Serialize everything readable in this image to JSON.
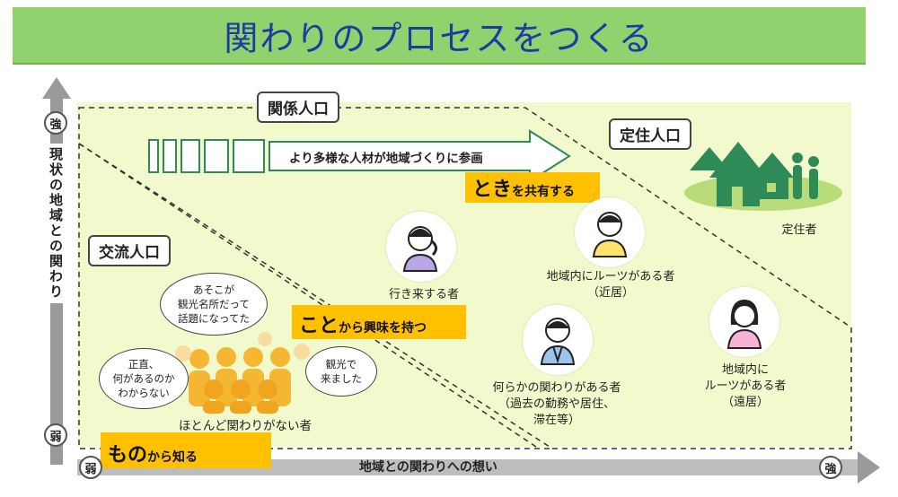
{
  "title": "関わりのプロセスをつくる",
  "y_axis": {
    "label": "現状の地域との関わり",
    "strong": "強",
    "weak": "弱"
  },
  "x_axis": {
    "label": "地域との関わりへの想い",
    "weak": "弱",
    "strong": "強"
  },
  "categories": {
    "kankei": "関係人口",
    "teiju": "定住人口",
    "koryu": "交流人口"
  },
  "arrow_text": "より多様な人材が地域づくりに参画",
  "highlights": {
    "toki": {
      "big": "とき",
      "small": "を共有する"
    },
    "koto": {
      "big": "こと",
      "small": "から興味を持つ"
    },
    "mono": {
      "big": "もの",
      "small": "から知る"
    }
  },
  "people": {
    "ikikuru": "行き来する者",
    "roots_near": [
      "地域内にルーツがある者",
      "（近居）"
    ],
    "nanraka": [
      "何らかの関わりがある者",
      "（過去の勤務や居住、",
      "滞在等）"
    ],
    "roots_far": [
      "地域内に",
      "ルーツがある者",
      "（遠居）"
    ],
    "teijusha": "定住者",
    "hotondo": "ほとんど関わりがない者"
  },
  "bubbles": {
    "asokoga": [
      "あそこが",
      "観光名所だって",
      "話題になってた"
    ],
    "shojiki": [
      "正直、",
      "何があるのか",
      "わからない"
    ],
    "kanko": [
      "観光で",
      "来ました"
    ]
  },
  "colors": {
    "title_bg": "#92d26e",
    "title_text": "#1f3aa0",
    "diagram_bg": "#f2f9cc",
    "highlight": "#ffc000",
    "house": "#2e8b57",
    "crowd": "#f5b731"
  }
}
